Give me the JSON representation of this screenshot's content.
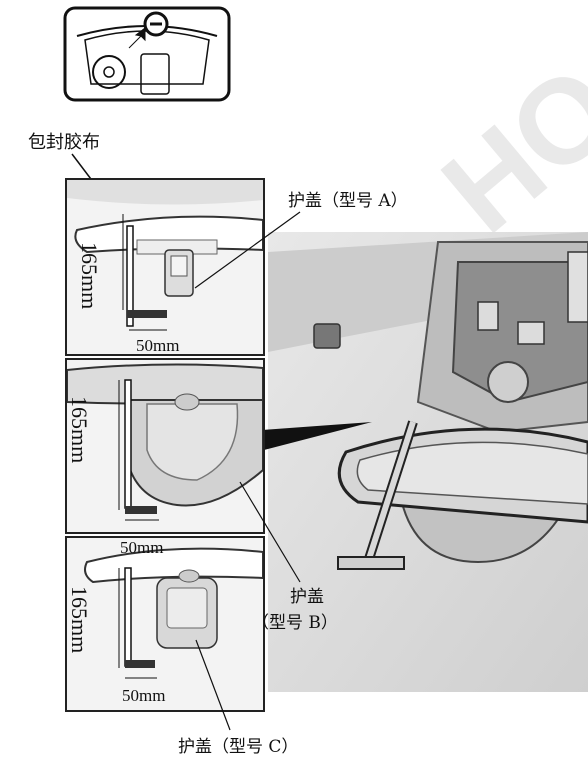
{
  "labels": {
    "tape": "包封胶布",
    "cover_a": "护盖（型号 A）",
    "cover_b_line1": "护盖",
    "cover_b_line2": "（型号 B）",
    "cover_c": "护盖（型号 C）"
  },
  "dimensions": {
    "vertical": "165mm",
    "horizontal": "50mm"
  },
  "watermark": "HO",
  "colors": {
    "line": "#111111",
    "photo_bg": "#d9d9d9",
    "photo_shade": "#b8b8b8"
  }
}
